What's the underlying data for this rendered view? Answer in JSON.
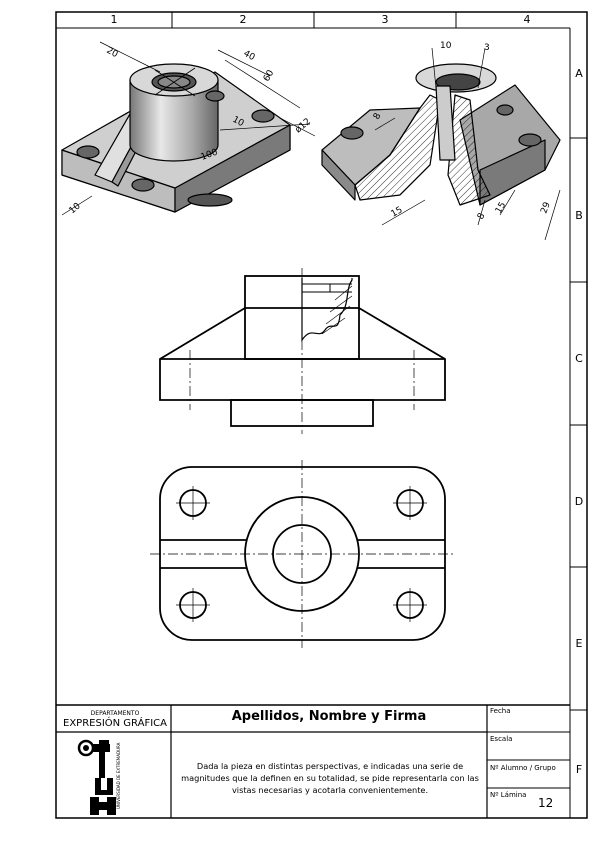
{
  "sheet": {
    "columns": [
      "1",
      "2",
      "3",
      "4"
    ],
    "rows": [
      "A",
      "B",
      "C",
      "D",
      "E",
      "F"
    ]
  },
  "isometric_dims": {
    "left": [
      "20",
      "40",
      "60",
      "10",
      "ø12",
      "100",
      "10"
    ],
    "right": [
      "10",
      "3",
      "8",
      "15",
      "8",
      "15",
      "29"
    ]
  },
  "title_block": {
    "department_small": "DEPARTAMENTO",
    "department": "EXPRESIÓN GRÁFICA",
    "university": "UNIVERSIDAD DE EXTREMADURA",
    "name_field": "Apellidos, Nombre y Firma",
    "description": "Dada la pieza en distintas perspectivas, e indicadas una serie de magnitudes que la definen en su totalidad, se pide representarla con las vistas necesarias y acotarla convenientemente.",
    "fecha_label": "Fecha",
    "escala_label": "Escala",
    "alumno_label": "Nº Alumno / Grupo",
    "lamina_label": "Nº Lámina",
    "lamina_value": "12"
  }
}
